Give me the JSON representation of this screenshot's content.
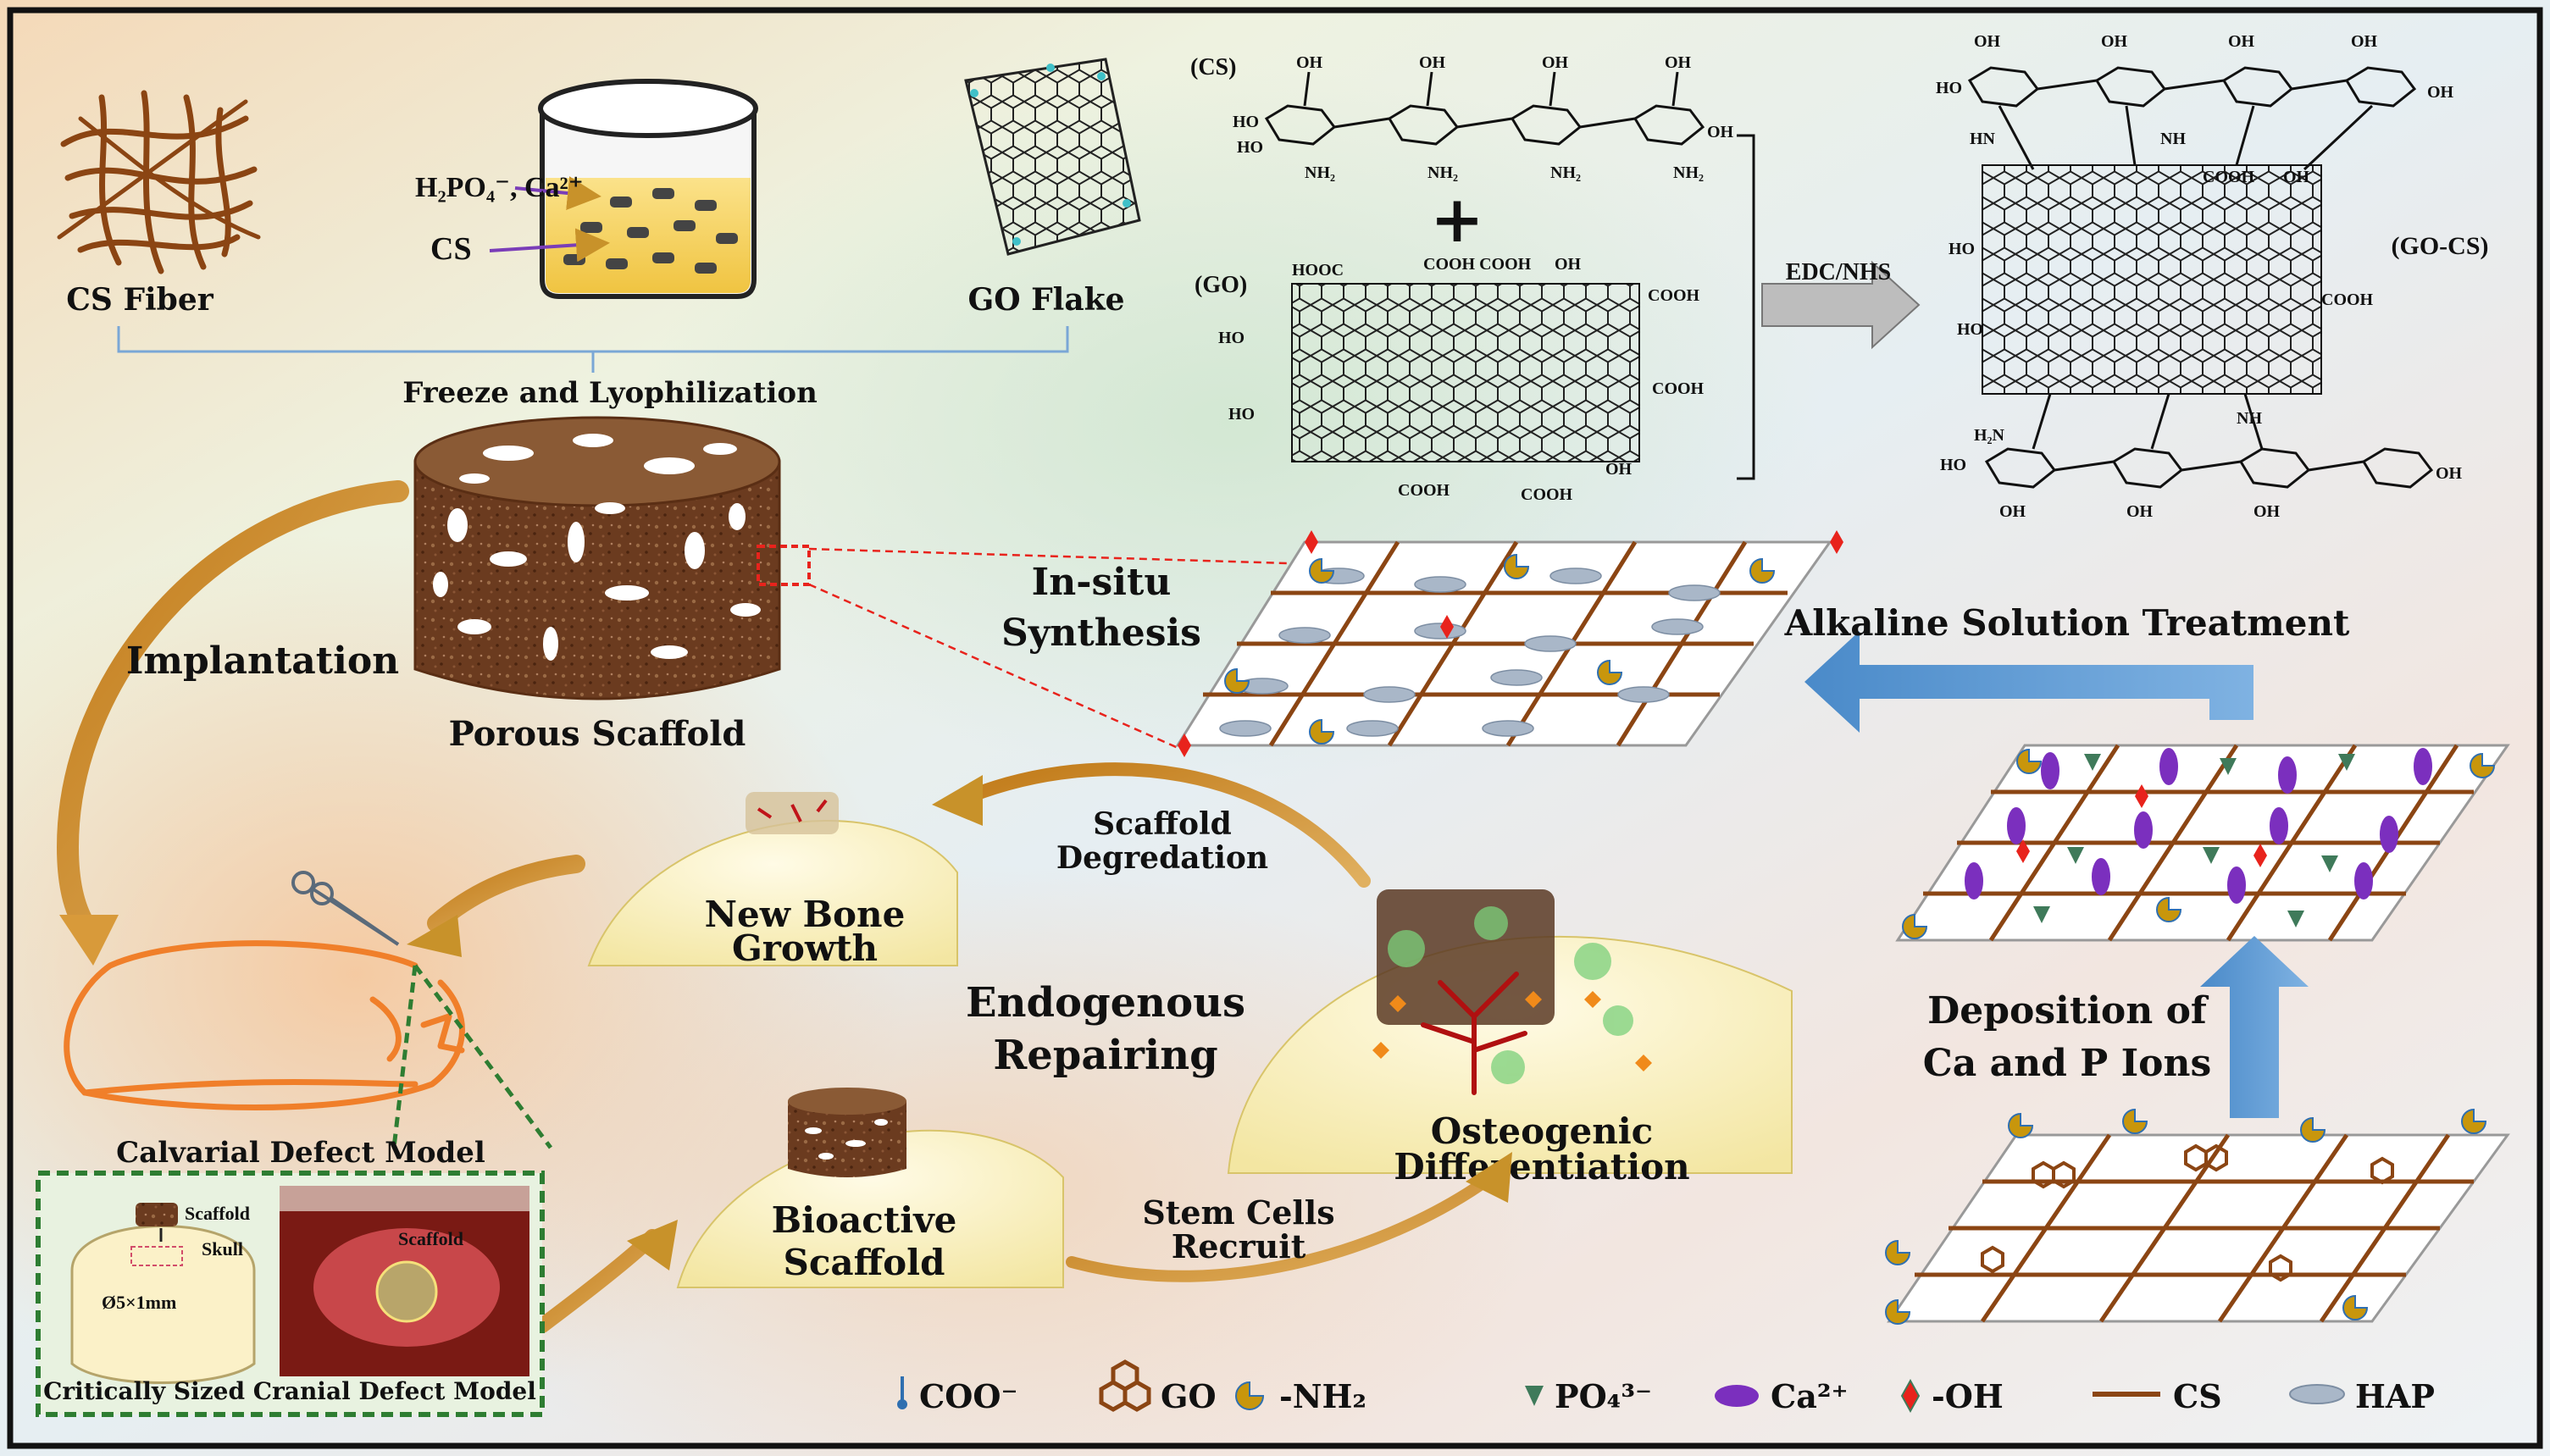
{
  "materials": {
    "cs_fiber": "CS Fiber",
    "ions": "H₂PO₄⁻, Ca²⁺",
    "cs": "CS",
    "go_flake": "GO Flake",
    "freeze": "Freeze and  Lyophilization",
    "porous_scaffold": "Porous Scaffold"
  },
  "chemistry": {
    "cs_tag": "(CS)",
    "go_tag": "(GO)",
    "plus": "+",
    "reagent": "EDC/NHS",
    "product_tag": "(GO-CS)"
  },
  "process": {
    "in_situ_line1": "In-situ",
    "in_situ_line2": "Synthesis",
    "alkaline": "Alkaline Solution Treatment",
    "deposition_line1": "Deposition of",
    "deposition_line2": "Ca and P Ions"
  },
  "repair": {
    "implantation": "Implantation",
    "degradation_line1": "Scaffold",
    "degradation_line2": "Degredation",
    "new_bone_line1": "New Bone",
    "new_bone_line2": "Growth",
    "endogenous_line1": "Endogenous",
    "endogenous_line2": "Repairing",
    "osteo_line1": "Osteogenic",
    "osteo_line2": "Differentiation",
    "bioactive_line1": "Bioactive",
    "bioactive_line2": "Scaffold",
    "stem_line1": "Stem Cells",
    "stem_line2": "Recruit"
  },
  "defect": {
    "model_title": "Calvarial Defect Model",
    "scaffold": "Scaffold",
    "skull": "Skull",
    "size": "Ø5×1mm",
    "photo_label": "Scaffold",
    "caption": "Critically  Sized  Cranial Defect Model"
  },
  "legend": {
    "coo": "COO⁻",
    "go": "GO",
    "nh2": "-NH₂",
    "po4": "PO₄³⁻",
    "ca": "Ca²⁺",
    "oh": "-OH",
    "cs": "CS",
    "hap": "HAP"
  },
  "colors": {
    "cs_brown": "#8b4513",
    "arrow_blue": "#5b9bd5",
    "arrow_gold": "#c8922a",
    "defect_green": "#2e7d32",
    "rat_orange": "#f07f2a",
    "ca_purple": "#7b2fbe",
    "oh_red": "#e8231c",
    "po4_green": "#3f7a5a",
    "hap_gray": "#a9b7c8"
  }
}
